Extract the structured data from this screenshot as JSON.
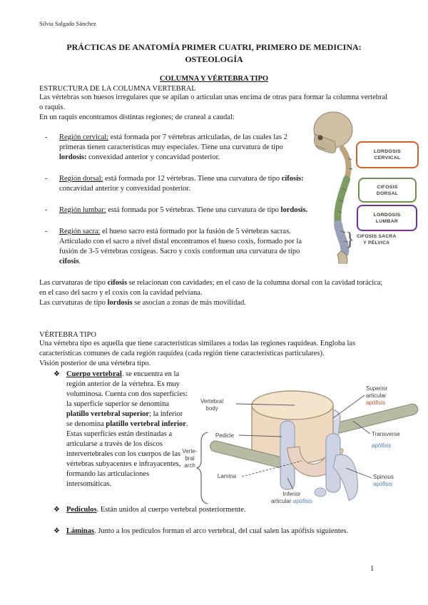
{
  "page": {
    "author": "Silvia Salgado Sánchez",
    "page_number": "1",
    "title_line1": "PRÁCTICAS DE ANATOMÍA PRIMER CUATRI, PRIMERO DE MEDICINA:",
    "title_line2": "OSTEOLOGÍA"
  },
  "markers": {
    "dash": "-",
    "diamond": "❖"
  },
  "section_columna": {
    "subtitle": "COLUMNA Y VÉRTEBRA TIPO",
    "heading": "ESTRUCTURA DE LA COLUMNA VERTEBRAL",
    "intro_runs": [
      {
        "t": "Las vértebras son huesos irregulares que se apilan o articulan unas encima de otras para formar la columna vertebral o raquis."
      }
    ],
    "intro2": "En un raquis encontramos distintas regiones; de craneal a caudal:",
    "bullets": [
      {
        "runs": [
          {
            "t": "Región cervical:",
            "u": true
          },
          {
            "t": " está formada por 7 vértebras articuladas, de las cuales las 2 primeras tienen características muy especiales. Tiene una curvatura de tipo "
          },
          {
            "t": "lordosis:",
            "b": true
          },
          {
            "t": " convexidad anterior y concavidad posterior."
          }
        ]
      },
      {
        "runs": [
          {
            "t": "Región dorsal:",
            "u": true
          },
          {
            "t": " está formada por 12 vértebras. Tiene una curvatura de tipo "
          },
          {
            "t": "cifosis:",
            "b": true
          },
          {
            "t": " concavidad anterior y convexidad posterior."
          }
        ]
      },
      {
        "runs": [
          {
            "t": "Región lumbar:",
            "u": true
          },
          {
            "t": " está formada por 5 vértebras. Tiene una curvatura de tipo "
          },
          {
            "t": "lordosis.",
            "b": true
          }
        ]
      },
      {
        "runs": [
          {
            "t": "Región sacra:",
            "u": true
          },
          {
            "t": " el hueso sacro está formado por la fusión de 5 vértebras sacras. Articulado con el sacro a nivel distal encontramos el hueso coxis, formado por la fusión de 3-5 vértebras coxígeas. Sacro y coxis conforman una curvatura de tipo "
          },
          {
            "t": "cifosis",
            "b": true
          },
          {
            "t": "."
          }
        ]
      }
    ],
    "para_cifosis_runs": [
      {
        "t": "Las curvaturas de tipo "
      },
      {
        "t": "cifosis",
        "b": true
      },
      {
        "t": " se relacionan con cavidades; en el caso de la columna dorsal con la cavidad torácica; en el caso del sacro y el coxis con la cavidad pelviana."
      }
    ],
    "para_lordosis_runs": [
      {
        "t": "Las curvaturas de tipo "
      },
      {
        "t": "lordosis",
        "b": true
      },
      {
        "t": " se asocian a zonas de más movilidad."
      }
    ]
  },
  "spine_figure": {
    "boxes": [
      {
        "line1": "LORDOSIS",
        "line2": "CERVICAL",
        "border": "#d2622a"
      },
      {
        "line1": "CIFOSIS",
        "line2": "DORSAL",
        "border": "#6f9150"
      },
      {
        "line1": "LORDOSIS",
        "line2": "LUMBAR",
        "border": "#7030a0"
      }
    ],
    "sacral_line1": "CIFOSIS SACRA",
    "sacral_line2": "Y PÉLVICA",
    "brace": "}"
  },
  "section_vertebra": {
    "heading": "VÉRTEBRA TIPO",
    "para_runs": [
      {
        "t": "Una vértebra tipo es aquella que tiene características similares a todas las regiones raquídeas. Engloba las características comunes de cada región raquídea (cada región tiene características particulares)."
      }
    ],
    "vision_line": "Visión posterior de una vértebra tipo.",
    "cuerpo_runs": [
      {
        "t": "Cuerpo vertebral",
        "b": true,
        "u": true
      },
      {
        "t": ". se encuentra en la región anterior de la vértebra. Es muy voluminosa. Cuenta con dos superficies: la superficie superior se denomina "
      },
      {
        "t": "platillo vertebral superior",
        "b": true
      },
      {
        "t": "; la inferior se denomina "
      },
      {
        "t": "platillo vertebral inferior",
        "b": true
      },
      {
        "t": ". Estas superficies están destinadas a articularse a través de los discos intervertebrales con los cuerpos de las vértebras subyacentes e infrayacentes, formando las articulaciones intersomáticas."
      }
    ],
    "pediculos_runs": [
      {
        "t": "Pedículos",
        "b": true,
        "u": true
      },
      {
        "t": ". Están unidos al cuerpo vertebral posteriormente."
      }
    ],
    "laminas_runs": [
      {
        "t": "Láminas",
        "b": true,
        "u": true
      },
      {
        "t": ". Junto a los pedículos forman el arco vertebral, del cual salen las apófisis siguientes."
      }
    ]
  },
  "vertebra_figure": {
    "labels": {
      "body_line1": "Vertebral",
      "body_line2": "body",
      "pedicle": "Pedicle",
      "arch_line1": "Verte-",
      "arch_line2": "bral",
      "arch_line3": "arch",
      "lamina": "Lamina",
      "inferior_line1": "Inferior",
      "inferior_line2": "articular",
      "superior_line1": "Superior",
      "superior_line2": "articular",
      "transverse": "Transverse",
      "spinous": "Spinous",
      "apofisis": "apófisis"
    },
    "colors": {
      "apofisis_orange": "#c0582a",
      "apofisis_blue": "#4a7ebb"
    }
  }
}
